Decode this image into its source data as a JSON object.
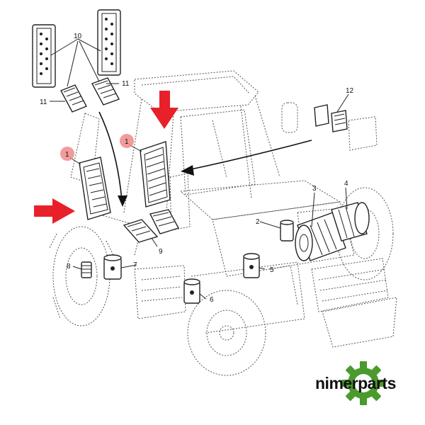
{
  "callouts": {
    "c1a": "1",
    "c1b": "1",
    "c2": "2",
    "c3": "3",
    "c4": "4",
    "c5": "5",
    "c6": "6",
    "c7": "7",
    "c8": "8",
    "c9": "9",
    "c10": "10",
    "c11a": "11",
    "c11b": "11",
    "c12": "12"
  },
  "brand": {
    "text": "nimerparts",
    "gear_color": "#4a9a2c",
    "text_color": "#111111"
  },
  "colors": {
    "highlight_arrow": "#e8202a",
    "highlight_dot": "#f08a8a"
  }
}
